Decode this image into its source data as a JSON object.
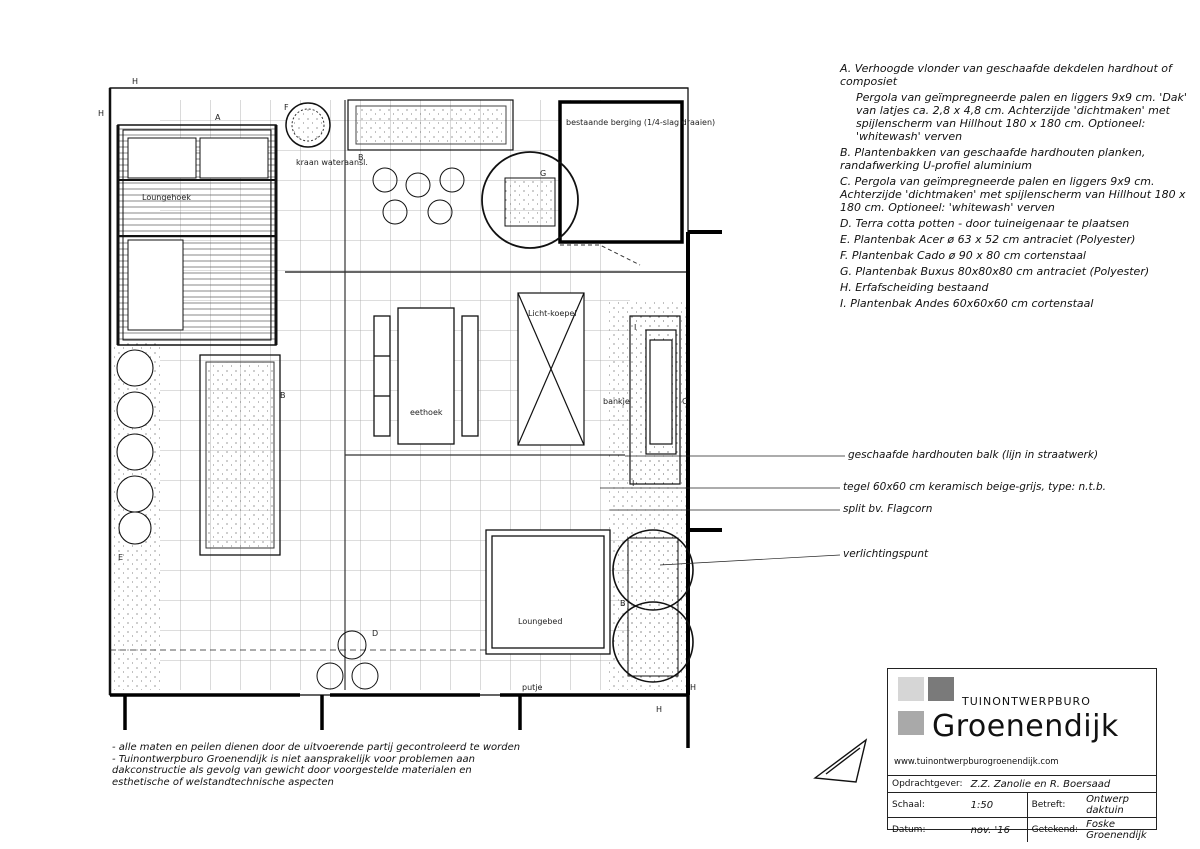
{
  "plan": {
    "labels": {
      "lounge_corner": "Loungehoek",
      "dining_corner": "eethoek",
      "skylight": "Licht-koepel",
      "lounge_bed": "Loungebed",
      "storage": "bestaande berging (1/4-slag draaien)",
      "bench": "bankje",
      "tap": "putje",
      "water": "kraan wateraansl.",
      "A": "A",
      "B": "B",
      "C": "C",
      "D": "D",
      "E": "E",
      "F": "F",
      "G": "G",
      "H": "H",
      "I": "I"
    }
  },
  "legend": {
    "items": [
      "A. Verhoogde vlonder van geschaafde dekdelen hardhout of composiet",
      "Pergola van geïmpregneerde palen en liggers 9x9 cm. 'Dak' van latjes ca. 2,8 x 4,8 cm. Achterzijde 'dichtmaken' met spijlenscherm van Hillhout 180 x 180 cm. Optioneel: 'whitewash' verven",
      "B. Plantenbakken van geschaafde hardhouten planken, randafwerking U-profiel aluminium",
      "C. Pergola van geïmpregneerde palen en liggers 9x9 cm. Achterzijde 'dichtmaken' met spijlenscherm van Hillhout 180 x 180 cm. Optioneel: 'whitewash' verven",
      "D. Terra cotta potten - door tuineigenaar te plaatsen",
      "E. Plantenbak Acer ø 63 x 52 cm antraciet (Polyester)",
      "F. Plantenbak Cado ø 90 x 80 cm cortenstaal",
      "G. Plantenbak Buxus 80x80x80 cm antraciet (Polyester)",
      "H. Erfafscheiding bestaand",
      "I. Plantenbak Andes 60x60x60 cm cortenstaal"
    ]
  },
  "callouts": {
    "beam": "geschaafde hardhouten balk (lijn in straatwerk)",
    "tile": "tegel 60x60 cm keramisch beige-grijs, type: n.t.b.",
    "split": "split bv. Flagcorn",
    "light": "verlichtingspunt"
  },
  "notes": {
    "n1": "- alle maten en peilen dienen door de uitvoerende partij gecontroleerd te worden",
    "n2": "- Tuinontwerpburo Groenendijk is niet aansprakelijk voor problemen aan dakconstructie als gevolg van gewicht door voorgestelde materialen en esthetische of welstandtechnische aspecten"
  },
  "titleblock": {
    "brand_top": "TUINONTWERPBURO",
    "brand_name": "Groenendijk",
    "url": "www.tuinontwerpburogroenendijk.com",
    "client_label": "Opdrachtgever:",
    "client_value": "Z.Z. Zanolie en R. Boersaad",
    "scale_label": "Schaal:",
    "scale_value": "1:50",
    "subject_label": "Betreft:",
    "subject_value": "Ontwerp daktuin",
    "date_label": "Datum:",
    "date_value": "nov. '16",
    "drawn_label": "Getekend:",
    "drawn_value": "Foske Groenendijk",
    "colors": {
      "sq1": "#d6d6d6",
      "sq2": "#7a7a7a",
      "sq3": "#a9a9a9",
      "sq4": "#4a4a4a"
    }
  }
}
